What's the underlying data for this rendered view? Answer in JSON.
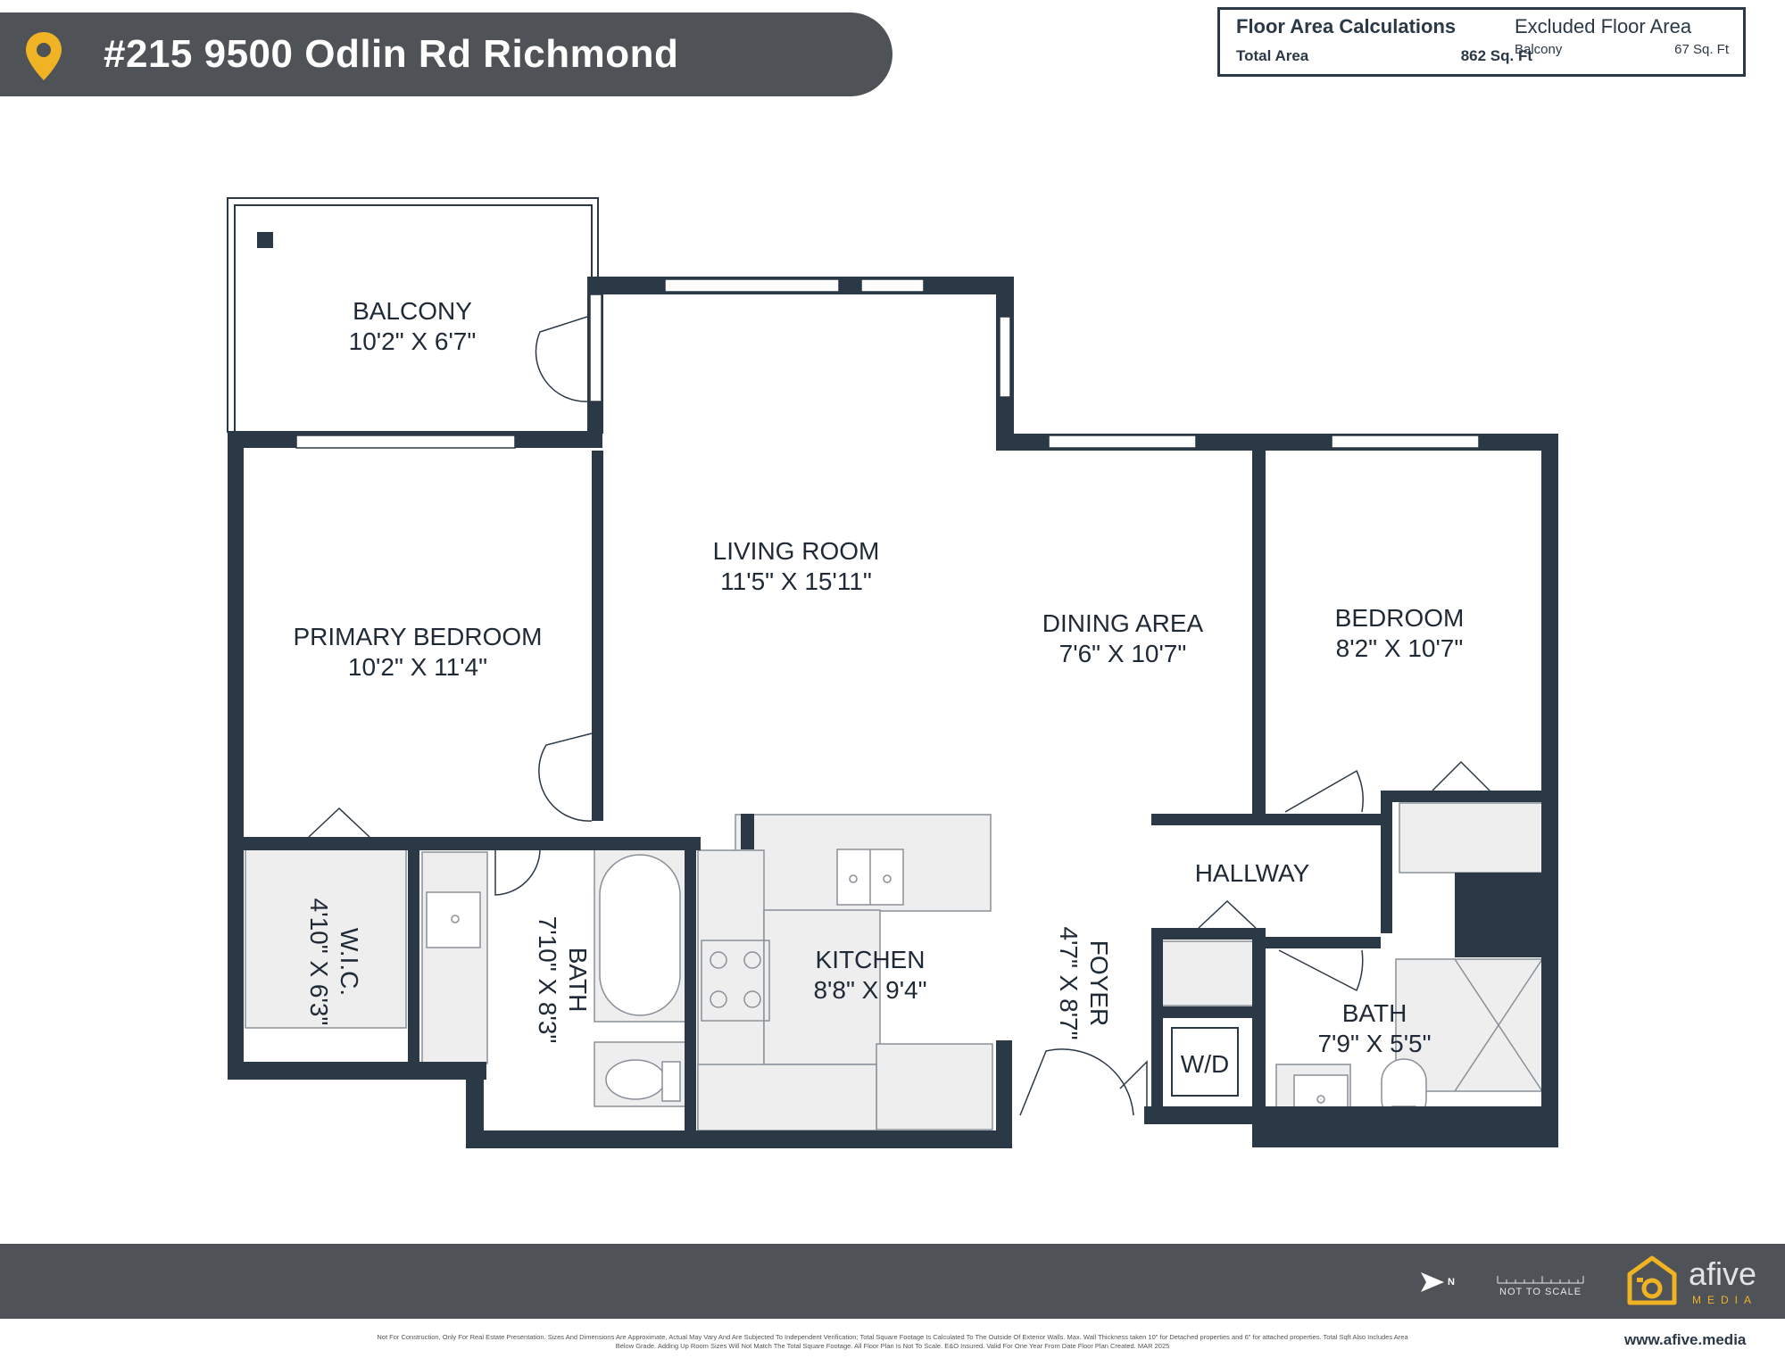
{
  "header": {
    "address": "#215 9500 Odlin Rd Richmond"
  },
  "area_calc": {
    "title": "Floor Area Calculations",
    "total_label": "Total Area",
    "total_value": "862 Sq. Ft",
    "excluded_title": "Excluded Floor Area",
    "excluded_item": "Balcony",
    "excluded_value": "67 Sq. Ft"
  },
  "rooms": [
    {
      "name": "BALCONY",
      "dims": "10'2\" X 6'7\""
    },
    {
      "name": "LIVING ROOM",
      "dims": "11'5\" X 15'11\""
    },
    {
      "name": "PRIMARY BEDROOM",
      "dims": "10'2\" X 11'4\""
    },
    {
      "name": "DINING AREA",
      "dims": "7'6\" X 10'7\""
    },
    {
      "name": "BEDROOM",
      "dims": "8'2\" X 10'7\""
    },
    {
      "name": "HALLWAY",
      "dims": ""
    },
    {
      "name": "W.I.C.",
      "dims": "4'10\" X 6'3\""
    },
    {
      "name": "BATH",
      "dims": "7'10\" X 8'3\""
    },
    {
      "name": "KITCHEN",
      "dims": "8'8\" X 9'4\""
    },
    {
      "name": "FOYER",
      "dims": "4'7\" X 8'7\""
    },
    {
      "name": "BATH",
      "dims": "7'9\" X 5'5\""
    },
    {
      "name": "W/D",
      "dims": ""
    }
  ],
  "footer": {
    "north": "N",
    "scale_text": "NOT TO SCALE",
    "brand": "afive",
    "brand_sub": "MEDIA",
    "website": "www.afive.media",
    "disclaimer": "Not For Construction, Only For Real Estate Presentation. Sizes And Dimensions Are Approximate, Actual May Vary And Are Subjected To Independent Verification; Total Square Footage Is Calculated To The Outside Of Exterior Walls. Max. Wall Thickness taken 10\" for Detached properties and 6\" for attached properties. Total Sqft Also Includes Area Below Grade. Adding Up Room Sizes Will Not Match The Total Square Footage. All Floor Plan Is Not To Scale. E&O Insured. Valid For One Year From Date Floor Plan Created. MAR 2025"
  },
  "colors": {
    "wall": "#2b3846",
    "bar": "#4f5256",
    "accent": "#f0b323",
    "fixture": "#eeeeee"
  }
}
